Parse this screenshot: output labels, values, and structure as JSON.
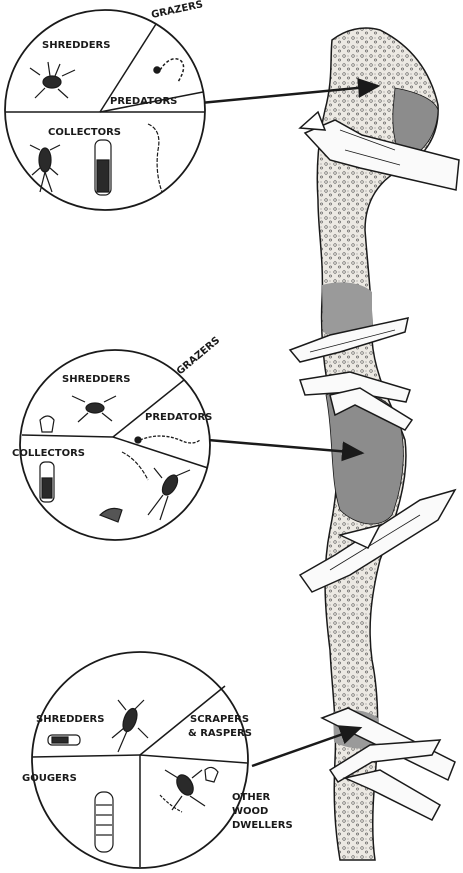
{
  "colors": {
    "ink": "#1a1a1a",
    "paper": "#ffffff",
    "stream_stipple": "#e6e2da",
    "pool_shade": "#8c8c8c"
  },
  "icons": [
    "predator-larva-icon",
    "shredder-nymph-icon",
    "collector-larva-icon",
    "case-larva-icon",
    "gouger-larva-icon",
    "grazer-larva-icon",
    "wood-snag-icon",
    "arrow-icon"
  ],
  "panel_top": {
    "labels": {
      "shredders": "SHREDDERS",
      "grazers": "GRAZERS",
      "predators": "PREDATORS",
      "collectors": "COLLECTORS"
    }
  },
  "panel_middle": {
    "labels": {
      "shredders": "SHREDDERS",
      "grazers": "GRAZERS",
      "predators": "PREDATORS",
      "collectors": "COLLECTORS"
    }
  },
  "panel_bottom": {
    "labels": {
      "shredders": "SHREDDERS",
      "scrapers_line1": "SCRAPERS",
      "scrapers_line2": "& RASPERS",
      "gougers": "GOUGERS",
      "other_line1": "OTHER",
      "other_line2": "WOOD",
      "other_line3": "DWELLERS"
    }
  }
}
